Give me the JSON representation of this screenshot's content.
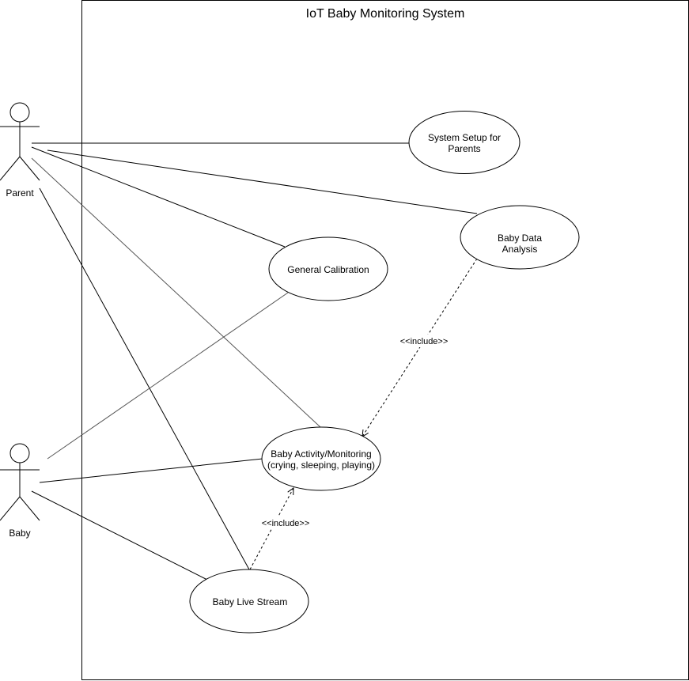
{
  "system": {
    "title": "IoT Baby Monitoring System"
  },
  "actors": {
    "parent": {
      "label": "Parent"
    },
    "baby": {
      "label": "Baby"
    }
  },
  "use_cases": {
    "system_setup": {
      "line1": "System Setup for",
      "line2": "Parents"
    },
    "data_analysis": {
      "line1": "Baby Data",
      "line2": "Analysis"
    },
    "calibration": {
      "line1": "General Calibration"
    },
    "activity": {
      "line1": "Baby Activity/Monitoring",
      "line2": "(crying, sleeping, playing)"
    },
    "live_stream": {
      "line1": "Baby Live Stream"
    }
  },
  "relations": {
    "include_analysis_activity": "<<include>>",
    "include_stream_activity": "<<include>>"
  }
}
